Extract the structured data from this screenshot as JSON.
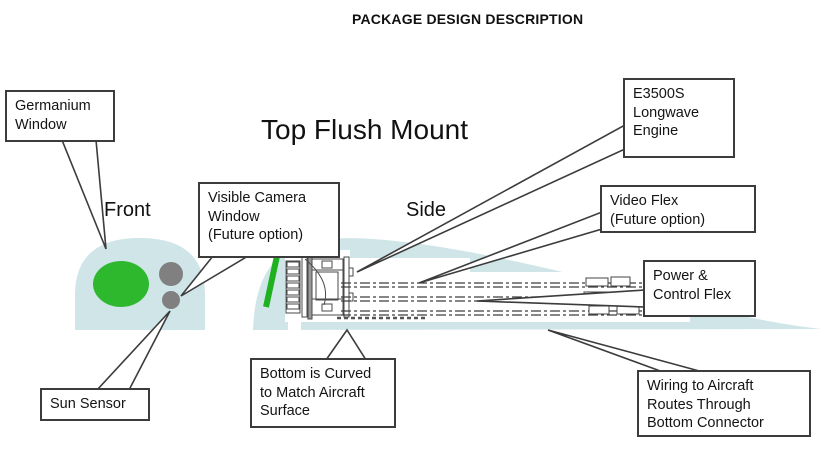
{
  "title": "PACKAGE DESIGN DESCRIPTION",
  "diagram": {
    "heading": "Top Flush Mount",
    "front_label": "Front",
    "side_label": "Side"
  },
  "callouts": {
    "germanium_window": "Germanium\nWindow",
    "sun_sensor": "Sun Sensor",
    "visible_camera_window": "Visible Camera\nWindow\n(Future option)",
    "e3500s_engine": "E3500S\nLongwave\nEngine",
    "video_flex": "Video Flex\n(Future option)",
    "power_control_flex": "Power &\nControl Flex",
    "bottom_curved": "Bottom is Curved\nto Match Aircraft\nSurface",
    "wiring": "Wiring to Aircraft\nRoutes Through\nBottom Connector"
  },
  "colors": {
    "germanium_green": "#2eb82e",
    "housing_blue": "#cfe5e8",
    "sensor_gray": "#808080",
    "stripe_green": "#1fb11f",
    "line_dark": "#3c3c3c"
  }
}
